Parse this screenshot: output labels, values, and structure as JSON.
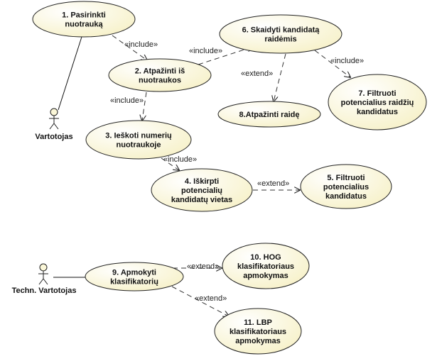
{
  "actors": [
    {
      "id": "vartotojas",
      "name": "Vartotojas"
    },
    {
      "id": "techn",
      "name": "Techn. Vartotojas"
    }
  ],
  "use_cases": [
    {
      "id": "uc1",
      "lines": [
        "1. Pasirinkti",
        "nuotrauką"
      ]
    },
    {
      "id": "uc2",
      "lines": [
        "2. Atpažinti iš",
        "nuotraukos"
      ]
    },
    {
      "id": "uc3",
      "lines": [
        "3. Ieškoti numerių",
        "nuotraukoje"
      ]
    },
    {
      "id": "uc4",
      "lines": [
        "4. Iškirpti",
        "potencialių",
        "kandidatų vietas"
      ]
    },
    {
      "id": "uc5",
      "lines": [
        "5. Filtruoti",
        "potencialius",
        "kandidatus"
      ]
    },
    {
      "id": "uc6",
      "lines": [
        "6. Skaidyti kandidatą",
        "raidėmis"
      ]
    },
    {
      "id": "uc7",
      "lines": [
        "7. Filtruoti",
        "potencialius raidžių",
        "kandidatus"
      ]
    },
    {
      "id": "uc8",
      "lines": [
        "8.Atpažinti raidę"
      ]
    },
    {
      "id": "uc9",
      "lines": [
        "9. Apmokyti",
        "klasifikatorių"
      ]
    },
    {
      "id": "uc10",
      "lines": [
        "10. HOG",
        "klasifikatoriaus",
        "apmokymas"
      ]
    },
    {
      "id": "uc11",
      "lines": [
        "11. LBP",
        "klasifikatoriaus",
        "apmokymas"
      ]
    }
  ],
  "relations": [
    {
      "from": "uc1",
      "to": "uc2",
      "label": "«include»"
    },
    {
      "from": "uc2",
      "to": "uc6",
      "label": "«include»"
    },
    {
      "from": "uc2",
      "to": "uc3",
      "label": "«include»"
    },
    {
      "from": "uc3",
      "to": "uc4",
      "label": "«include»"
    },
    {
      "from": "uc4",
      "to": "uc5",
      "label": "«extend»"
    },
    {
      "from": "uc6",
      "to": "uc8",
      "label": "«extend»"
    },
    {
      "from": "uc6",
      "to": "uc7",
      "label": "«include»"
    },
    {
      "from": "uc9",
      "to": "uc10",
      "label": "«extend»"
    },
    {
      "from": "uc9",
      "to": "uc11",
      "label": "«extend»"
    }
  ],
  "associations": [
    {
      "actor": "vartotojas",
      "use_case": "uc1"
    },
    {
      "actor": "techn",
      "use_case": "uc9"
    }
  ],
  "colors": {
    "use_case_fill": "#fbf7d8",
    "use_case_fill_light": "#ffffff",
    "stroke": "#222222"
  }
}
